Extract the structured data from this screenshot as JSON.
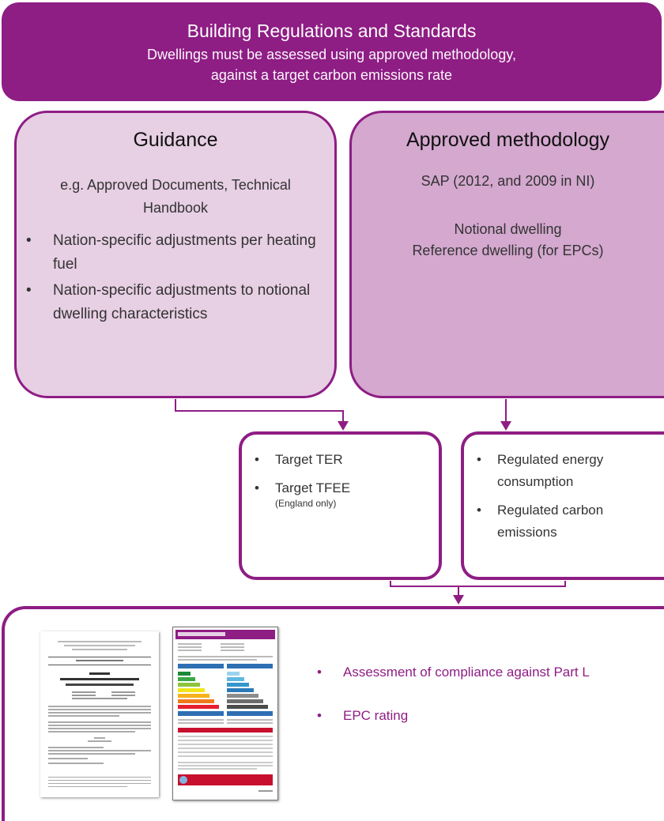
{
  "header": {
    "title": "Building Regulations and Standards",
    "subtitle_line1": "Dwellings must be assessed using approved methodology,",
    "subtitle_line2": "against a target carbon emissions rate"
  },
  "guidance": {
    "title": "Guidance",
    "subtitle": "e.g. Approved Documents, Technical Handbook",
    "bullets": [
      "Nation-specific adjustments per heating fuel",
      "Nation-specific adjustments to notional dwelling characteristics"
    ]
  },
  "methodology": {
    "title": "Approved methodology",
    "line1": "SAP (2012, and 2009 in NI)",
    "line2": "Notional dwelling",
    "line3": "Reference dwelling (for EPCs)"
  },
  "targets": {
    "item1": "Target TER",
    "item2": "Target TFEE",
    "item2_note": "(England only)"
  },
  "regulated": {
    "item1": "Regulated energy consumption",
    "item2": "Regulated carbon emissions"
  },
  "outcomes": {
    "item1": "Assessment of compliance against Part L",
    "item2": "EPC rating"
  },
  "bullet_glyph": "•",
  "colors": {
    "accent": "#8e1d84",
    "guidance_fill": "#e7cfe4",
    "method_fill": "#d4a8cf"
  }
}
